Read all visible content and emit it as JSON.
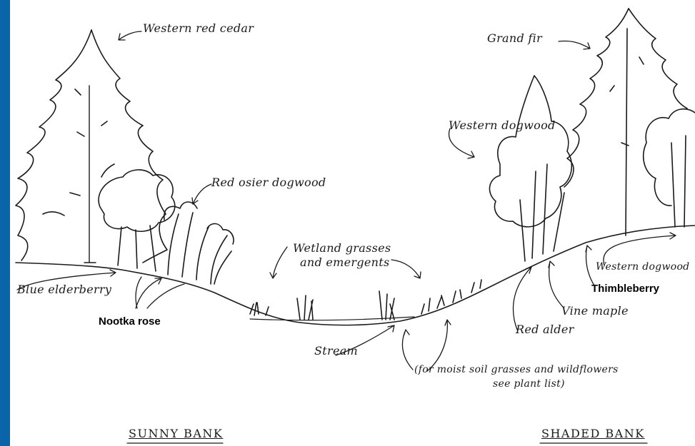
{
  "accent_color": "#0a64a8",
  "labels": {
    "western_red_cedar": "Western red cedar",
    "grand_fir": "Grand fir",
    "red_osier_dogwood": "Red osier dogwood",
    "western_dogwood_top": "Western dogwood",
    "wetland_grasses_line1": "Wetland grasses",
    "wetland_grasses_line2": "and emergents",
    "blue_elderberry": "Blue elderberry",
    "nootka_rose": "Nootka rose",
    "stream": "Stream",
    "moist_soil_line1": "(for moist soil grasses and wildflowers",
    "moist_soil_line2": "see plant list)",
    "red_alder": "Red alder",
    "vine_maple": "Vine maple",
    "western_dogwood_right": "Western dogwood",
    "thimbleberry": "Thimbleberry",
    "sunny_bank": "SUNNY BANK",
    "shaded_bank": "SHADED BANK"
  }
}
